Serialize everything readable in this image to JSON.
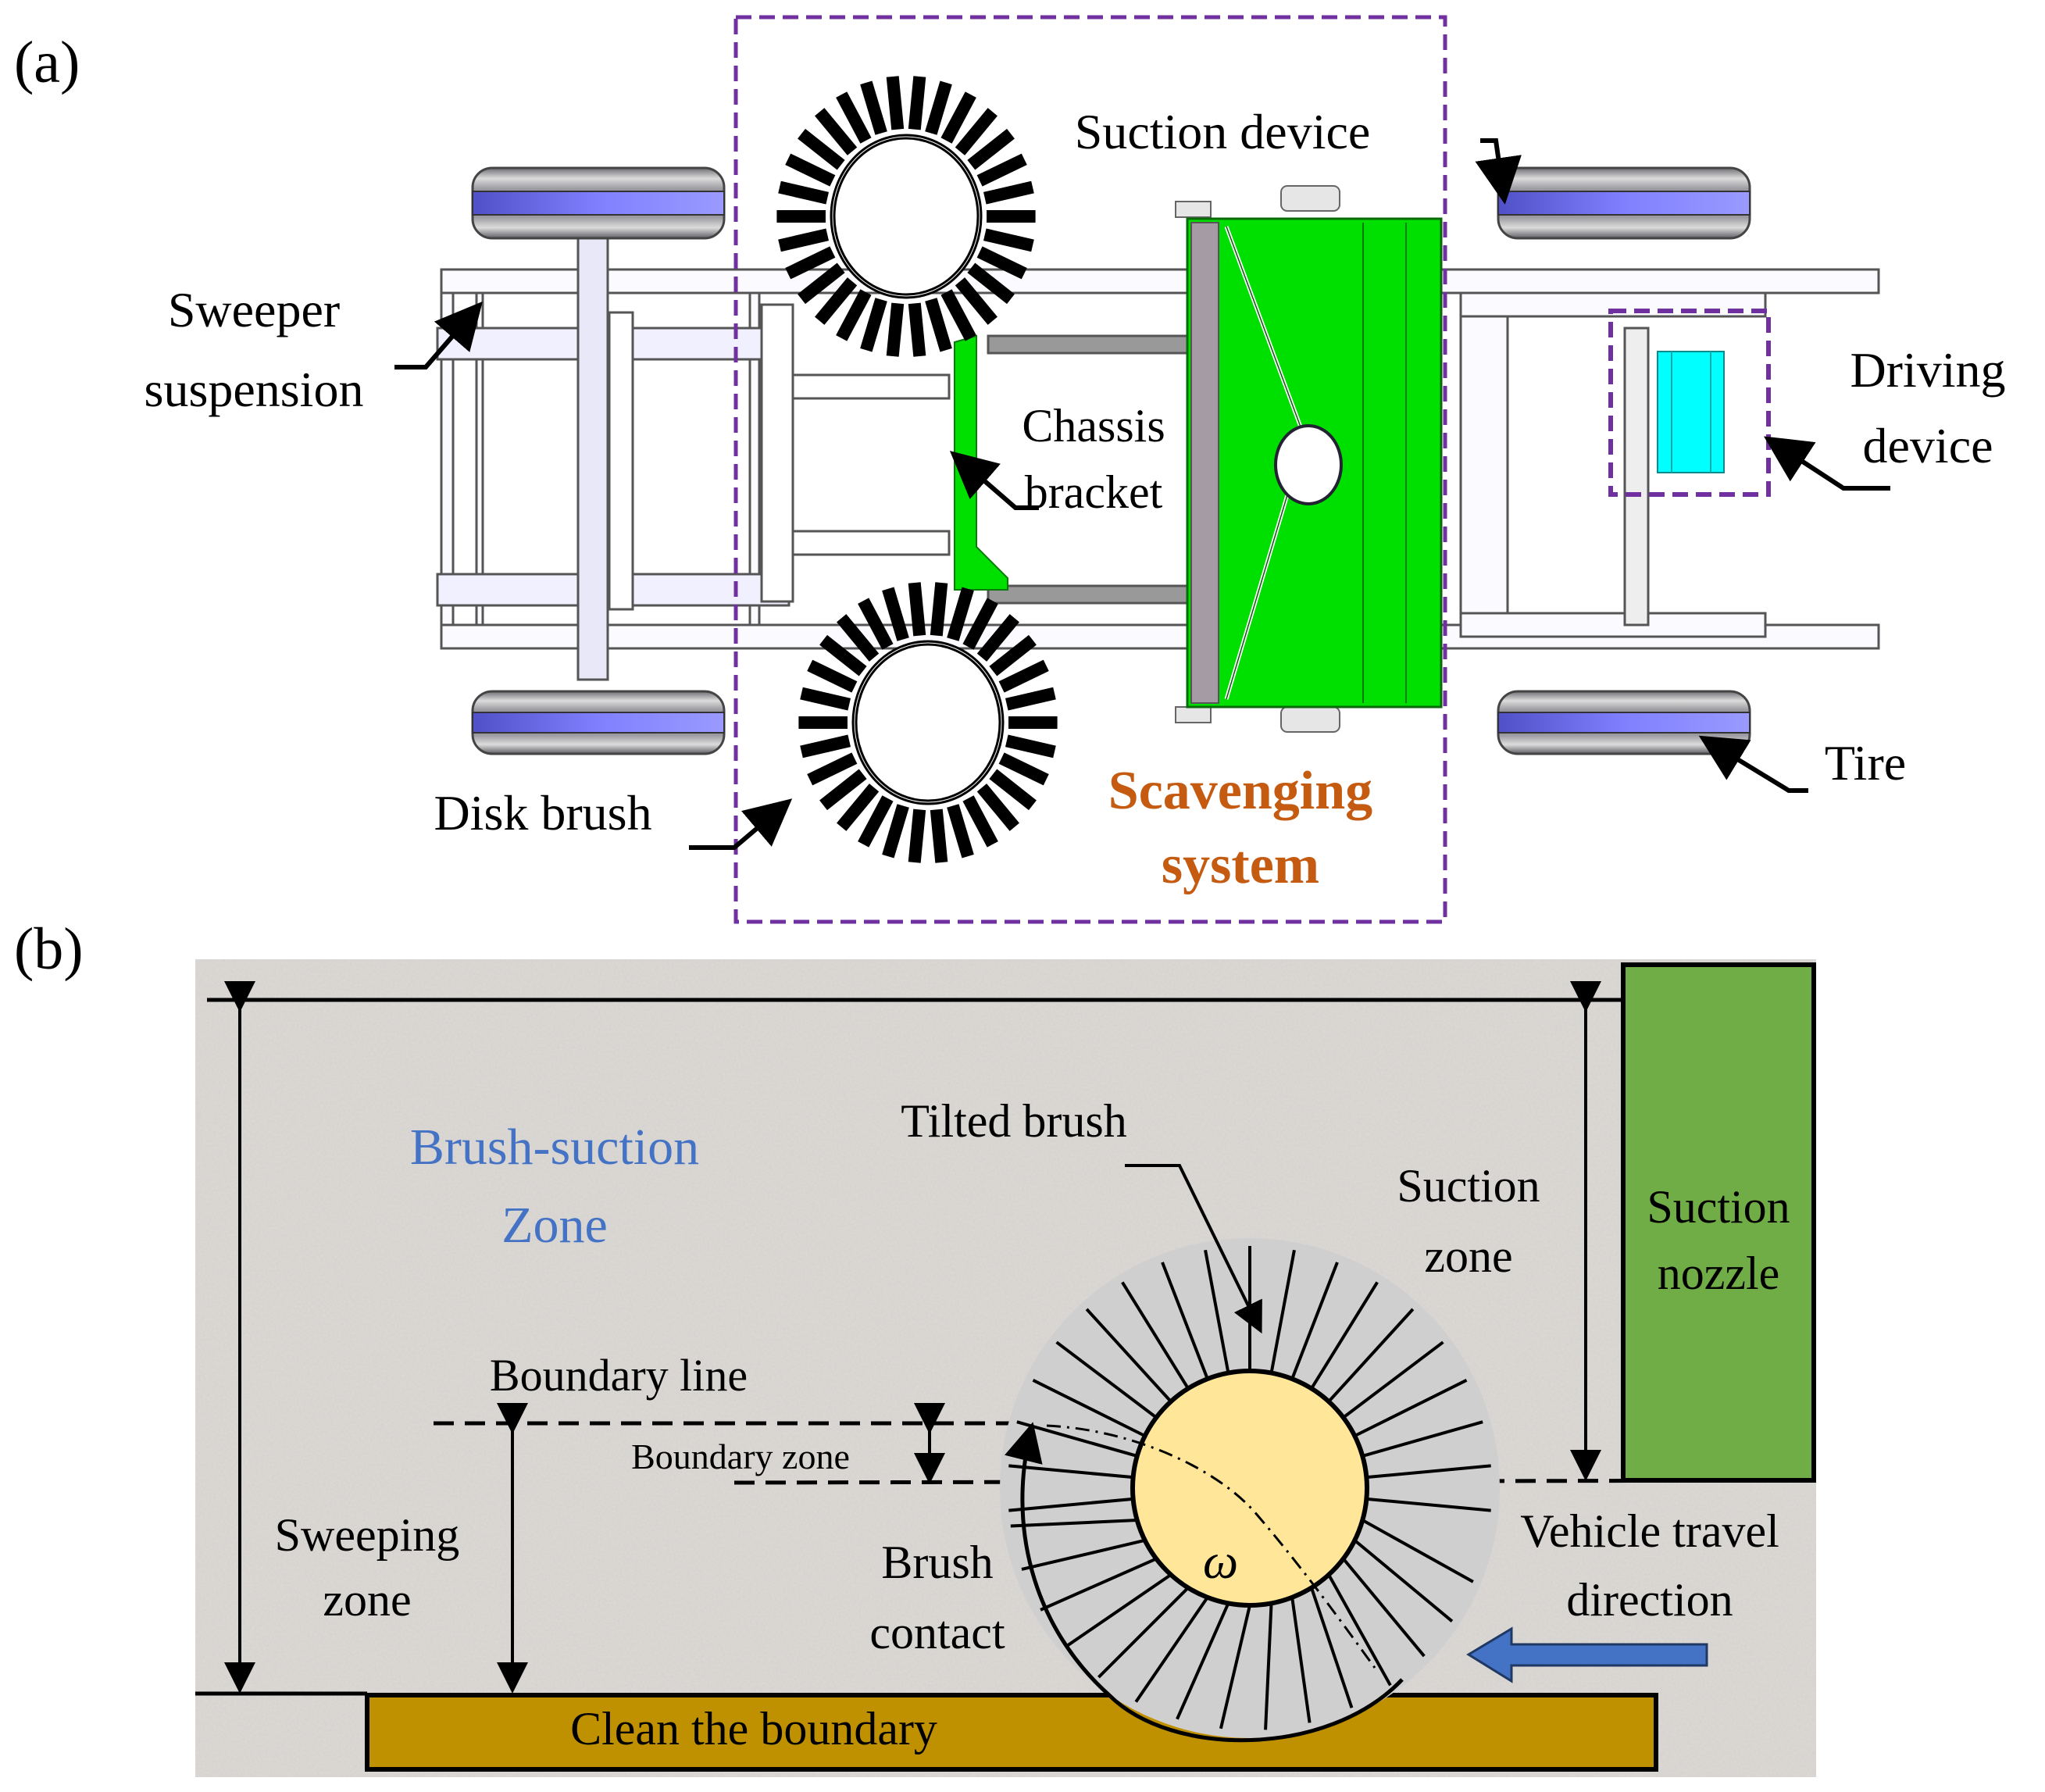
{
  "panel_a": {
    "label": "(a)",
    "callouts": {
      "sweeper_suspension": [
        "Sweeper",
        "suspension"
      ],
      "suction_device": "Suction device",
      "chassis_bracket": [
        "Chassis",
        "bracket"
      ],
      "driving_device": [
        "Driving",
        "device"
      ],
      "disk_brush": "Disk brush",
      "tire": "Tire"
    },
    "group_title": [
      "Scavenging",
      "system"
    ],
    "colors": {
      "dashed_box": "#7030A0",
      "group_title": "#C55A11",
      "suction_body": "#00E000",
      "drive_motor": "#00FFFF",
      "tire_band": "#8080FF"
    }
  },
  "panel_b": {
    "label": "(b)",
    "zone_title": [
      "Brush-suction",
      "Zone"
    ],
    "tilted_brush": "Tilted brush",
    "suction_zone": [
      "Suction",
      "zone"
    ],
    "suction_nozzle": [
      "Suction",
      "nozzle"
    ],
    "boundary_line": "Boundary line",
    "boundary_zone": "Boundary zone",
    "sweeping_zone": [
      "Sweeping",
      "zone"
    ],
    "brush_contact": [
      "Brush",
      "contact"
    ],
    "omega": "ω",
    "travel_direction": [
      "Vehicle travel",
      "direction"
    ],
    "clean_boundary": "Clean the boundary",
    "colors": {
      "zone_title": "#4472C4",
      "nozzle": "#70AD47",
      "brush_hub": "#FFE699",
      "bristle_area": "#D0CFD0",
      "curb": "#BF9000",
      "arrow": "#4472C4",
      "ground": "#DDDAD6"
    }
  }
}
